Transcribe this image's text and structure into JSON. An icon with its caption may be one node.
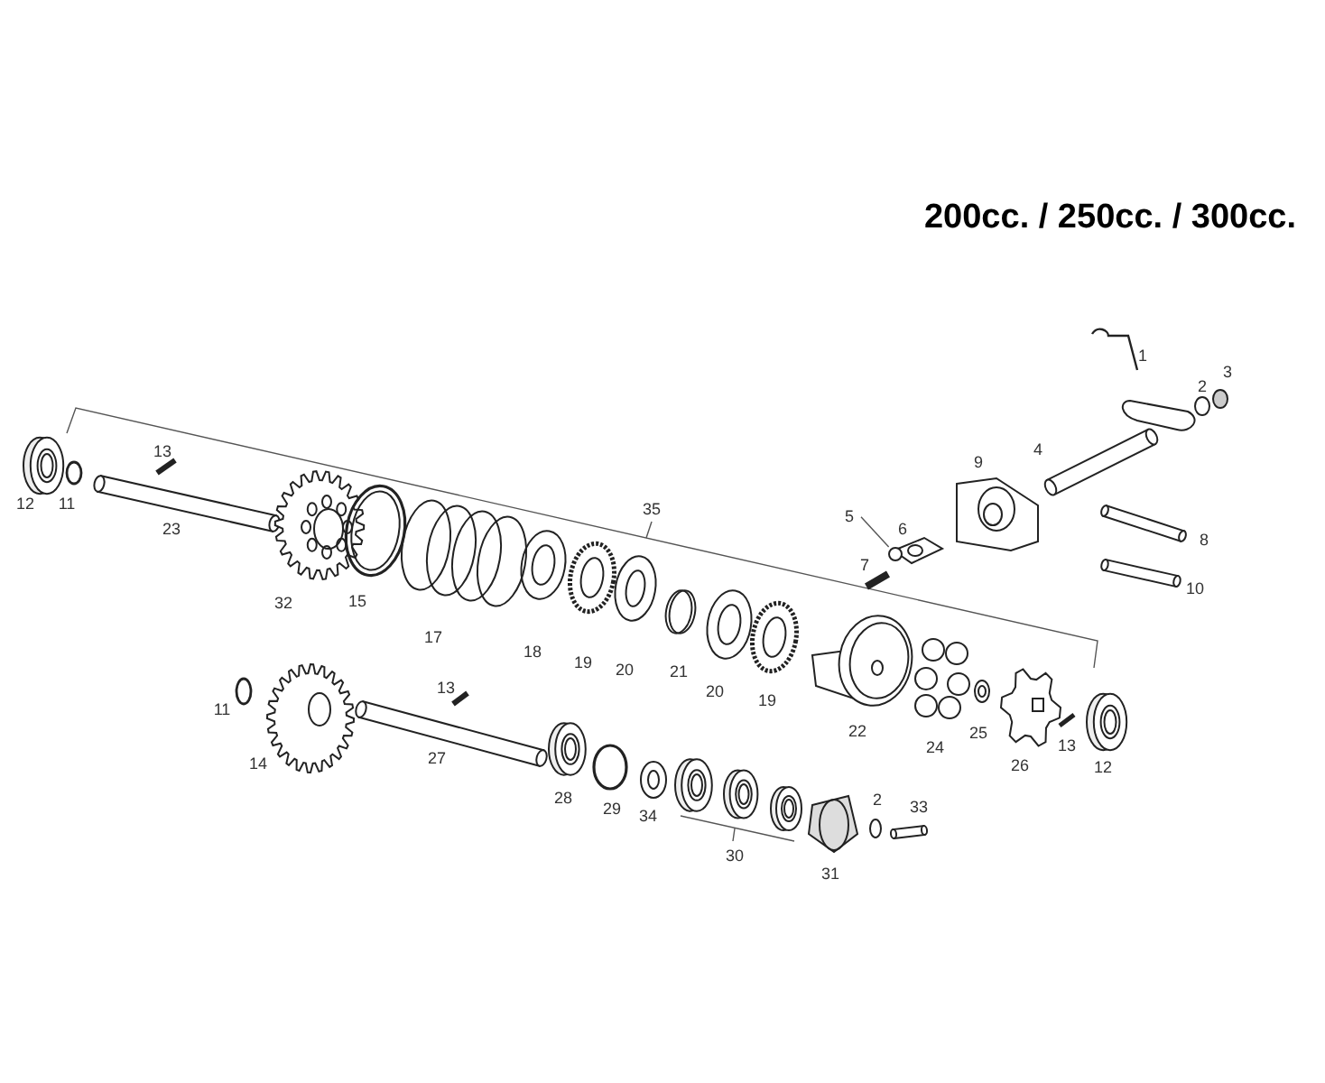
{
  "diagram": {
    "title": "200cc. / 250cc. / 300cc.",
    "nodes": [
      {
        "text": [
          "5"
        ]
      },
      {
        "text": [],
        "shape": "circle"
      }
    ],
    "edges": [
      {
        "from": 0,
        "to": 1,
        "arrow": "none"
      }
    ],
    "labels": [
      "1",
      "3",
      "2",
      "4",
      "9",
      "13",
      "35",
      "12",
      "11",
      "23",
      "6",
      "8",
      "7",
      "10",
      "32",
      "15",
      "17",
      "18",
      "19",
      "20",
      "21",
      "20",
      "19",
      "11",
      "13",
      "22",
      "25",
      "24",
      "13",
      "14",
      "27",
      "26",
      "12",
      "28",
      "29",
      "34",
      "2",
      "33",
      "30",
      "31"
    ]
  }
}
